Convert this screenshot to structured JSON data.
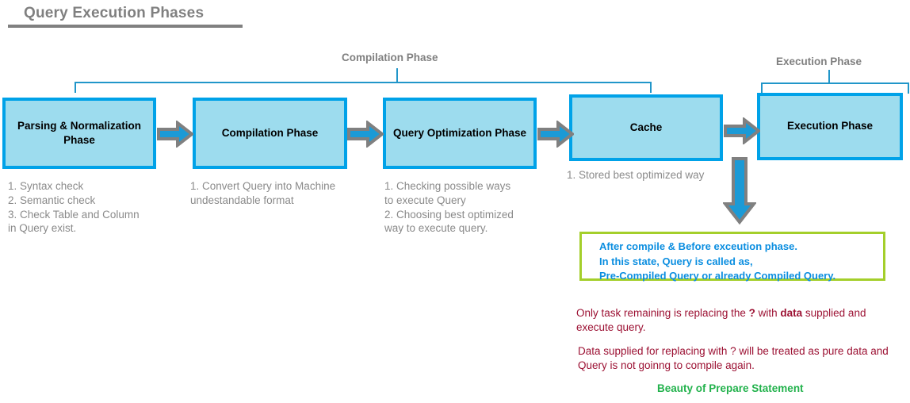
{
  "title": "Query Execution Phases",
  "brackets": {
    "compilation": "Compilation Phase",
    "execution": "Execution Phase"
  },
  "phases": [
    {
      "id": "parsing",
      "label": "Parsing & Normalization\nPhase",
      "notes": "1. Syntax check\n2. Semantic check\n3. Check Table and Column\n    in Query exist."
    },
    {
      "id": "compilation",
      "label": "Compilation\nPhase",
      "notes": "1. Convert Query into Machine\n    undestandable format"
    },
    {
      "id": "optimization",
      "label": "Query Optimization\nPhase",
      "notes": "1. Checking possible ways\n    to execute Query\n2. Choosing best optimized\n    way to execute query."
    },
    {
      "id": "cache",
      "label": "Cache",
      "notes": "1. Stored best optimized way"
    },
    {
      "id": "execution",
      "label": "Execution\nPhase",
      "notes": ""
    }
  ],
  "callout": {
    "text": "After compile & Before exceution phase.\nIn this state, Query is called as,\nPre-Compiled Query or already Compiled Query."
  },
  "notes": {
    "note1_part1": "Only task remaining is replacing the ",
    "note1_bold1": "?",
    "note1_part2": " with ",
    "note1_bold2": "data",
    "note1_part3": " supplied and execute query.",
    "note2": "Data supplied for replacing with ? will be treated as pure data and Query is not goinng to compile again."
  },
  "footer": "Beauty of Prepare Statement",
  "colors": {
    "box_fill": "#9ddcee",
    "box_border": "#00a2e8",
    "arrow_fill": "#1b9ad6",
    "arrow_stroke": "#808080",
    "title_gray": "#808080",
    "callout_border": "#a4cf2b",
    "callout_text": "#0b8ee0",
    "note_red": "#9c1133",
    "footer_green": "#22b24c",
    "bracket_blue": "#2196c9"
  }
}
